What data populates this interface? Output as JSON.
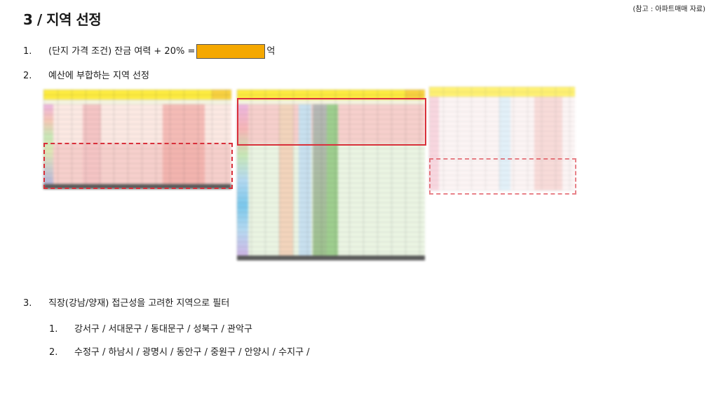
{
  "page": {
    "title": "3 / 지역 선정",
    "reference": "(참고 : 아파트매매 자료)"
  },
  "items": [
    {
      "num": "1.",
      "text_before": "(단지 가격 조건) 잔금 여력 + 20% =",
      "text_after": "억"
    },
    {
      "num": "2.",
      "text": "예산에 부합하는 지역 선정"
    },
    {
      "num": "3.",
      "text": "직장(강남/양재) 접근성을 고려한 지역으로 필터"
    }
  ],
  "subitems": [
    {
      "num": "1.",
      "text": "강서구 / 서대문구 / 동대문구 / 성북구 / 관악구"
    },
    {
      "num": "2.",
      "text": "수정구 / 하남시 / 광명시 / 동안구 / 중원구 / 안양시 / 수지구 /"
    }
  ],
  "colors": {
    "redaction": "#f5a800",
    "highlight_border": "#d9303b",
    "header_yellow": "#ffe700"
  }
}
